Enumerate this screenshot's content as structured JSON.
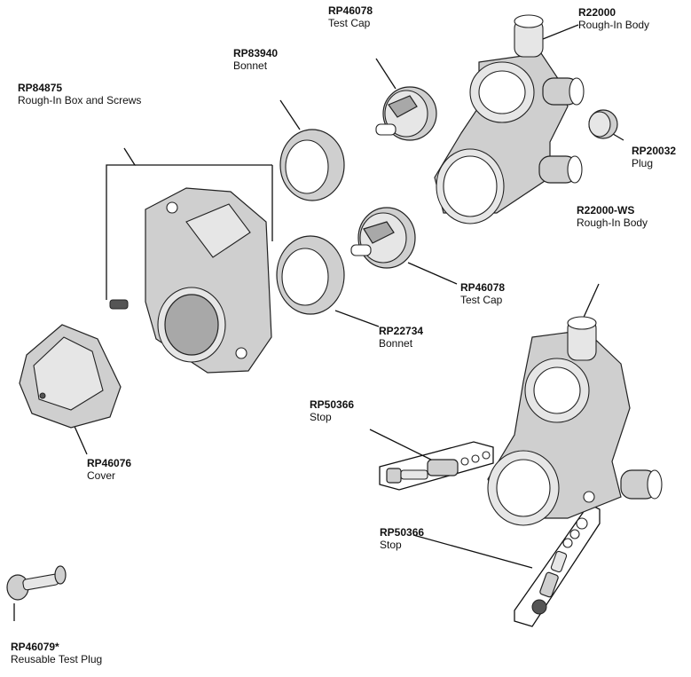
{
  "parts": [
    {
      "id": "rp46078_top",
      "number": "RP46078",
      "name": "Test Cap"
    },
    {
      "id": "r22000",
      "number": "R22000",
      "name": "Rough-In Body"
    },
    {
      "id": "rp83940",
      "number": "RP83940",
      "name": "Bonnet"
    },
    {
      "id": "rp84875",
      "number": "RP84875",
      "name": "Rough-In Box and Screws"
    },
    {
      "id": "rp20032",
      "number": "RP20032",
      "name": "Plug"
    },
    {
      "id": "r22000ws",
      "number": "R22000-WS",
      "name": "Rough-In Body"
    },
    {
      "id": "rp46078_mid",
      "number": "RP46078",
      "name": "Test Cap"
    },
    {
      "id": "rp22734",
      "number": "RP22734",
      "name": "Bonnet"
    },
    {
      "id": "rp50366_a",
      "number": "RP50366",
      "name": "Stop"
    },
    {
      "id": "rp46076",
      "number": "RP46076",
      "name": "Cover"
    },
    {
      "id": "rp50366_b",
      "number": "RP50366",
      "name": "Stop"
    },
    {
      "id": "rp46079",
      "number": "RP46079*",
      "name": "Reusable Test Plug"
    }
  ]
}
